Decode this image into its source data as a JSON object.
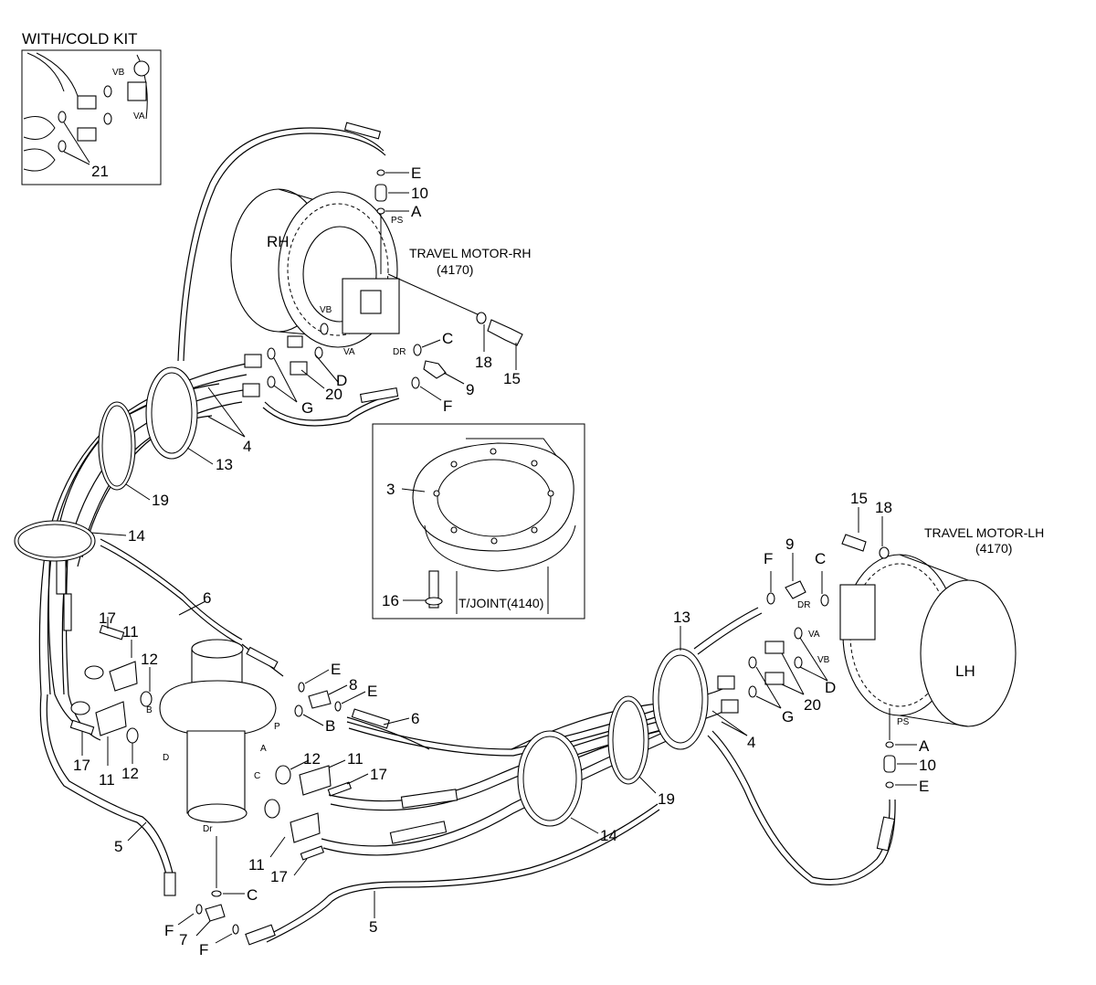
{
  "insets": {
    "cold_kit": {
      "title": "WITH/COLD KIT",
      "label_vb": "VB",
      "label_va": "VA",
      "callout": "21"
    },
    "t_joint": {
      "title": "T/JOINT(4140)",
      "callout_3": "3",
      "callout_16": "16"
    }
  },
  "motors": {
    "rh": {
      "title": "TRAVEL MOTOR-RH",
      "code": "(4170)",
      "tag": "RH"
    },
    "lh": {
      "title": "TRAVEL MOTOR-LH",
      "code": "(4170)",
      "tag": "LH"
    }
  },
  "port_labels": {
    "rh_ps": "PS",
    "rh_vb": "VB",
    "rh_va": "VA",
    "rh_dr": "DR",
    "lh_ps": "PS",
    "lh_vb": "VB",
    "lh_va": "VA",
    "lh_dr": "DR",
    "tj_b": "B",
    "tj_p": "P",
    "tj_d": "D",
    "tj_a": "A",
    "tj_c": "C",
    "tj_dr": "Dr"
  },
  "callouts": {
    "rh_E": "E",
    "rh_10": "10",
    "rh_A": "A",
    "rh_C": "C",
    "rh_18": "18",
    "rh_15": "15",
    "rh_9": "9",
    "rh_D": "D",
    "rh_20": "20",
    "rh_G": "G",
    "rh_F": "F",
    "rh_4": "4",
    "rh_13": "13",
    "rh_19": "19",
    "left_14": "14",
    "lh_15": "15",
    "lh_18": "18",
    "lh_9": "9",
    "lh_F": "F",
    "lh_C": "C",
    "lh_D": "D",
    "lh_20": "20",
    "lh_G": "G",
    "lh_4": "4",
    "lh_A": "A",
    "lh_10": "10",
    "lh_E": "E",
    "mid_13": "13",
    "mid_19": "19",
    "mid_14": "14",
    "top_6": "6",
    "right_6": "6",
    "tj_E1": "E",
    "tj_8": "8",
    "tj_E2": "E",
    "tj_B": "B",
    "l_17a": "17",
    "l_11a": "11",
    "l_12a": "12",
    "l_17b": "17",
    "l_11b": "11",
    "l_12b": "12",
    "r_12": "12",
    "r_11a": "11",
    "r_17a": "17",
    "r_11b": "11",
    "r_17b": "17",
    "bot_C": "C",
    "left_5": "5",
    "bot_5": "5",
    "bot_F1": "F",
    "bot_7": "7",
    "bot_F2": "F"
  }
}
